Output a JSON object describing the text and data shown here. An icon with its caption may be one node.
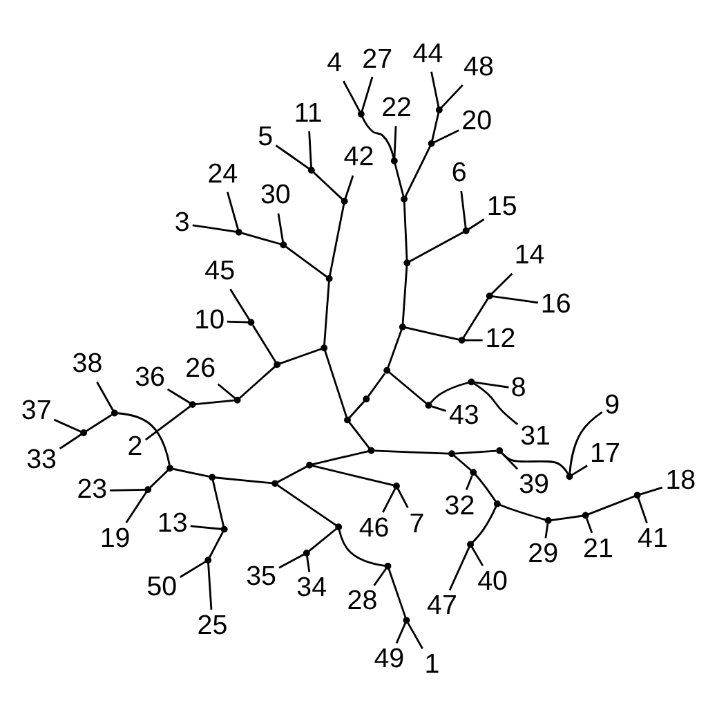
{
  "diagram": {
    "nodes": [
      {
        "text": [
          "38"
        ]
      },
      {
        "text": [
          "37"
        ]
      },
      {
        "text": [
          "33"
        ]
      },
      {
        "text": [
          "23"
        ]
      },
      {
        "text": [
          "19"
        ]
      },
      {
        "text": [
          "50"
        ]
      },
      {
        "text": [
          "25"
        ]
      },
      {
        "text": [
          "13"
        ]
      },
      {
        "text": [
          "35"
        ]
      },
      {
        "text": [
          "34"
        ]
      },
      {
        "text": [
          "28"
        ]
      },
      {
        "text": [
          "49"
        ]
      },
      {
        "text": [
          "1"
        ]
      },
      {
        "text": [
          "46"
        ]
      },
      {
        "text": [
          "7"
        ]
      },
      {
        "text": [
          "43"
        ]
      },
      {
        "text": [
          "31"
        ]
      },
      {
        "text": [
          "8"
        ]
      },
      {
        "text": [
          "16"
        ]
      },
      {
        "text": [
          "14"
        ]
      },
      {
        "text": [
          "12"
        ]
      },
      {
        "text": [
          "15"
        ]
      },
      {
        "text": [
          "6"
        ]
      },
      {
        "text": [
          "48"
        ]
      },
      {
        "text": [
          "44"
        ]
      },
      {
        "text": [
          "20"
        ]
      },
      {
        "text": [
          "22"
        ]
      },
      {
        "text": [
          "27"
        ]
      },
      {
        "text": [
          "4"
        ]
      },
      {
        "text": [
          "42"
        ]
      },
      {
        "text": [
          "11"
        ]
      },
      {
        "text": [
          "5"
        ]
      },
      {
        "text": [
          "30"
        ]
      },
      {
        "text": [
          "24"
        ]
      },
      {
        "text": [
          "3"
        ]
      },
      {
        "text": [
          "45"
        ]
      },
      {
        "text": [
          "10"
        ]
      },
      {
        "text": [
          "26"
        ]
      },
      {
        "text": [
          "36"
        ]
      },
      {
        "text": [
          "2"
        ]
      },
      {
        "text": [
          "32"
        ]
      },
      {
        "text": [
          "47"
        ]
      },
      {
        "text": [
          "40"
        ]
      },
      {
        "text": [
          "29"
        ]
      },
      {
        "text": [
          "21"
        ]
      },
      {
        "text": [
          "41"
        ]
      },
      {
        "text": [
          "18"
        ]
      },
      {
        "text": [
          "39"
        ]
      },
      {
        "text": [
          "17"
        ]
      },
      {
        "text": [
          "9"
        ]
      },
      {
        "text": [],
        "shape": "point"
      },
      {
        "text": [],
        "shape": "point"
      },
      {
        "text": [],
        "shape": "point"
      },
      {
        "text": [],
        "shape": "point"
      },
      {
        "text": [],
        "shape": "point"
      },
      {
        "text": [],
        "shape": "point"
      },
      {
        "text": [],
        "shape": "point"
      },
      {
        "text": [],
        "shape": "point"
      },
      {
        "text": [],
        "shape": "point"
      },
      {
        "text": [],
        "shape": "point"
      },
      {
        "text": [],
        "shape": "point"
      },
      {
        "text": [],
        "shape": "point"
      },
      {
        "text": [],
        "shape": "point"
      },
      {
        "text": [],
        "shape": "point"
      },
      {
        "text": [],
        "shape": "point"
      },
      {
        "text": [],
        "shape": "point"
      },
      {
        "text": [],
        "shape": "point"
      },
      {
        "text": [],
        "shape": "point"
      },
      {
        "text": [],
        "shape": "point"
      },
      {
        "text": [],
        "shape": "point"
      },
      {
        "text": [],
        "shape": "point"
      },
      {
        "text": [],
        "shape": "point"
      },
      {
        "text": [],
        "shape": "point"
      },
      {
        "text": [],
        "shape": "point"
      },
      {
        "text": [],
        "shape": "point"
      },
      {
        "text": [],
        "shape": "point"
      },
      {
        "text": [],
        "shape": "point"
      },
      {
        "text": [],
        "shape": "point"
      },
      {
        "text": [],
        "shape": "point"
      },
      {
        "text": [],
        "shape": "point"
      },
      {
        "text": [],
        "shape": "point"
      },
      {
        "text": [],
        "shape": "point"
      },
      {
        "text": [],
        "shape": "point"
      },
      {
        "text": [],
        "shape": "point"
      },
      {
        "text": [],
        "shape": "point"
      },
      {
        "text": [],
        "shape": "point"
      },
      {
        "text": [],
        "shape": "point"
      },
      {
        "text": [],
        "shape": "point"
      },
      {
        "text": [],
        "shape": "point"
      },
      {
        "text": [],
        "shape": "point"
      },
      {
        "text": [],
        "shape": "point"
      },
      {
        "text": [],
        "shape": "point"
      },
      {
        "text": [],
        "shape": "point"
      },
      {
        "text": [],
        "shape": "point"
      },
      {
        "text": [],
        "shape": "point"
      },
      {
        "text": [],
        "shape": "point"
      },
      {
        "text": [],
        "shape": "point"
      },
      {
        "text": [],
        "shape": "point"
      },
      {
        "text": [],
        "shape": "point"
      }
    ],
    "edges": [
      {
        "from": 50,
        "to": 1,
        "arrow": "none"
      },
      {
        "from": 50,
        "to": 2,
        "arrow": "none"
      },
      {
        "from": 51,
        "to": 0,
        "arrow": "none"
      },
      {
        "from": 51,
        "to": 50,
        "arrow": "none"
      },
      {
        "from": 52,
        "to": 3,
        "arrow": "none"
      },
      {
        "from": 52,
        "to": 4,
        "arrow": "none"
      },
      {
        "from": 53,
        "to": 51,
        "arrow": "none"
      },
      {
        "from": 53,
        "to": 52,
        "arrow": "none"
      },
      {
        "from": 54,
        "to": 5,
        "arrow": "none"
      },
      {
        "from": 54,
        "to": 6,
        "arrow": "none"
      },
      {
        "from": 55,
        "to": 54,
        "arrow": "none"
      },
      {
        "from": 55,
        "to": 7,
        "arrow": "none"
      },
      {
        "from": 56,
        "to": 53,
        "arrow": "none"
      },
      {
        "from": 56,
        "to": 55,
        "arrow": "none"
      },
      {
        "from": 57,
        "to": 8,
        "arrow": "none"
      },
      {
        "from": 57,
        "to": 9,
        "arrow": "none"
      },
      {
        "from": 58,
        "to": 11,
        "arrow": "none"
      },
      {
        "from": 58,
        "to": 12,
        "arrow": "none"
      },
      {
        "from": 59,
        "to": 10,
        "arrow": "none"
      },
      {
        "from": 59,
        "to": 58,
        "arrow": "none"
      },
      {
        "from": 60,
        "to": 57,
        "arrow": "none"
      },
      {
        "from": 60,
        "to": 59,
        "arrow": "none"
      },
      {
        "from": 61,
        "to": 56,
        "arrow": "none"
      },
      {
        "from": 61,
        "to": 60,
        "arrow": "none"
      },
      {
        "from": 62,
        "to": 13,
        "arrow": "none"
      },
      {
        "from": 62,
        "to": 14,
        "arrow": "none"
      },
      {
        "from": 63,
        "to": 61,
        "arrow": "none"
      },
      {
        "from": 63,
        "to": 62,
        "arrow": "none"
      },
      {
        "from": 64,
        "to": 16,
        "arrow": "none"
      },
      {
        "from": 64,
        "to": 17,
        "arrow": "none"
      },
      {
        "from": 65,
        "to": 15,
        "arrow": "none"
      },
      {
        "from": 65,
        "to": 64,
        "arrow": "none"
      },
      {
        "from": 66,
        "to": 18,
        "arrow": "none"
      },
      {
        "from": 66,
        "to": 19,
        "arrow": "none"
      },
      {
        "from": 67,
        "to": 66,
        "arrow": "none"
      },
      {
        "from": 67,
        "to": 20,
        "arrow": "none"
      },
      {
        "from": 68,
        "to": 21,
        "arrow": "none"
      },
      {
        "from": 68,
        "to": 22,
        "arrow": "none"
      },
      {
        "from": 69,
        "to": 23,
        "arrow": "none"
      },
      {
        "from": 69,
        "to": 24,
        "arrow": "none"
      },
      {
        "from": 70,
        "to": 69,
        "arrow": "none"
      },
      {
        "from": 70,
        "to": 25,
        "arrow": "none"
      },
      {
        "from": 71,
        "to": 27,
        "arrow": "none"
      },
      {
        "from": 71,
        "to": 28,
        "arrow": "none"
      },
      {
        "from": 72,
        "to": 26,
        "arrow": "none"
      },
      {
        "from": 72,
        "to": 71,
        "arrow": "none"
      },
      {
        "from": 73,
        "to": 70,
        "arrow": "none"
      },
      {
        "from": 73,
        "to": 72,
        "arrow": "none"
      },
      {
        "from": 74,
        "to": 68,
        "arrow": "none"
      },
      {
        "from": 74,
        "to": 73,
        "arrow": "none"
      },
      {
        "from": 75,
        "to": 67,
        "arrow": "none"
      },
      {
        "from": 75,
        "to": 74,
        "arrow": "none"
      },
      {
        "from": 76,
        "to": 65,
        "arrow": "none"
      },
      {
        "from": 76,
        "to": 75,
        "arrow": "none"
      },
      {
        "from": 77,
        "to": 30,
        "arrow": "none"
      },
      {
        "from": 77,
        "to": 31,
        "arrow": "none"
      },
      {
        "from": 78,
        "to": 29,
        "arrow": "none"
      },
      {
        "from": 78,
        "to": 77,
        "arrow": "none"
      },
      {
        "from": 79,
        "to": 33,
        "arrow": "none"
      },
      {
        "from": 79,
        "to": 34,
        "arrow": "none"
      },
      {
        "from": 80,
        "to": 32,
        "arrow": "none"
      },
      {
        "from": 80,
        "to": 79,
        "arrow": "none"
      },
      {
        "from": 81,
        "to": 78,
        "arrow": "none"
      },
      {
        "from": 81,
        "to": 80,
        "arrow": "none"
      },
      {
        "from": 82,
        "to": 35,
        "arrow": "none"
      },
      {
        "from": 82,
        "to": 36,
        "arrow": "none"
      },
      {
        "from": 83,
        "to": 38,
        "arrow": "none"
      },
      {
        "from": 83,
        "to": 39,
        "arrow": "none"
      },
      {
        "from": 84,
        "to": 37,
        "arrow": "none"
      },
      {
        "from": 84,
        "to": 83,
        "arrow": "none"
      },
      {
        "from": 85,
        "to": 82,
        "arrow": "none"
      },
      {
        "from": 85,
        "to": 84,
        "arrow": "none"
      },
      {
        "from": 86,
        "to": 81,
        "arrow": "none"
      },
      {
        "from": 86,
        "to": 85,
        "arrow": "none"
      },
      {
        "from": 87,
        "to": 41,
        "arrow": "none"
      },
      {
        "from": 87,
        "to": 42,
        "arrow": "none"
      },
      {
        "from": 88,
        "to": 45,
        "arrow": "none"
      },
      {
        "from": 88,
        "to": 46,
        "arrow": "none"
      },
      {
        "from": 89,
        "to": 44,
        "arrow": "none"
      },
      {
        "from": 89,
        "to": 88,
        "arrow": "none"
      },
      {
        "from": 90,
        "to": 43,
        "arrow": "none"
      },
      {
        "from": 90,
        "to": 89,
        "arrow": "none"
      },
      {
        "from": 91,
        "to": 87,
        "arrow": "none"
      },
      {
        "from": 91,
        "to": 90,
        "arrow": "none"
      },
      {
        "from": 92,
        "to": 40,
        "arrow": "none"
      },
      {
        "from": 92,
        "to": 91,
        "arrow": "none"
      },
      {
        "from": 93,
        "to": 48,
        "arrow": "none"
      },
      {
        "from": 93,
        "to": 49,
        "arrow": "none"
      },
      {
        "from": 94,
        "to": 47,
        "arrow": "none"
      },
      {
        "from": 94,
        "to": 93,
        "arrow": "none"
      },
      {
        "from": 95,
        "to": 92,
        "arrow": "none"
      },
      {
        "from": 95,
        "to": 94,
        "arrow": "none"
      },
      {
        "from": 96,
        "to": 95,
        "arrow": "none"
      },
      {
        "from": 96,
        "to": 63,
        "arrow": "none"
      },
      {
        "from": 97,
        "to": 86,
        "arrow": "none"
      },
      {
        "from": 97,
        "to": 96,
        "arrow": "none"
      },
      {
        "from": 98,
        "to": 97,
        "arrow": "none"
      },
      {
        "from": 98,
        "to": 76,
        "arrow": "none"
      }
    ]
  }
}
